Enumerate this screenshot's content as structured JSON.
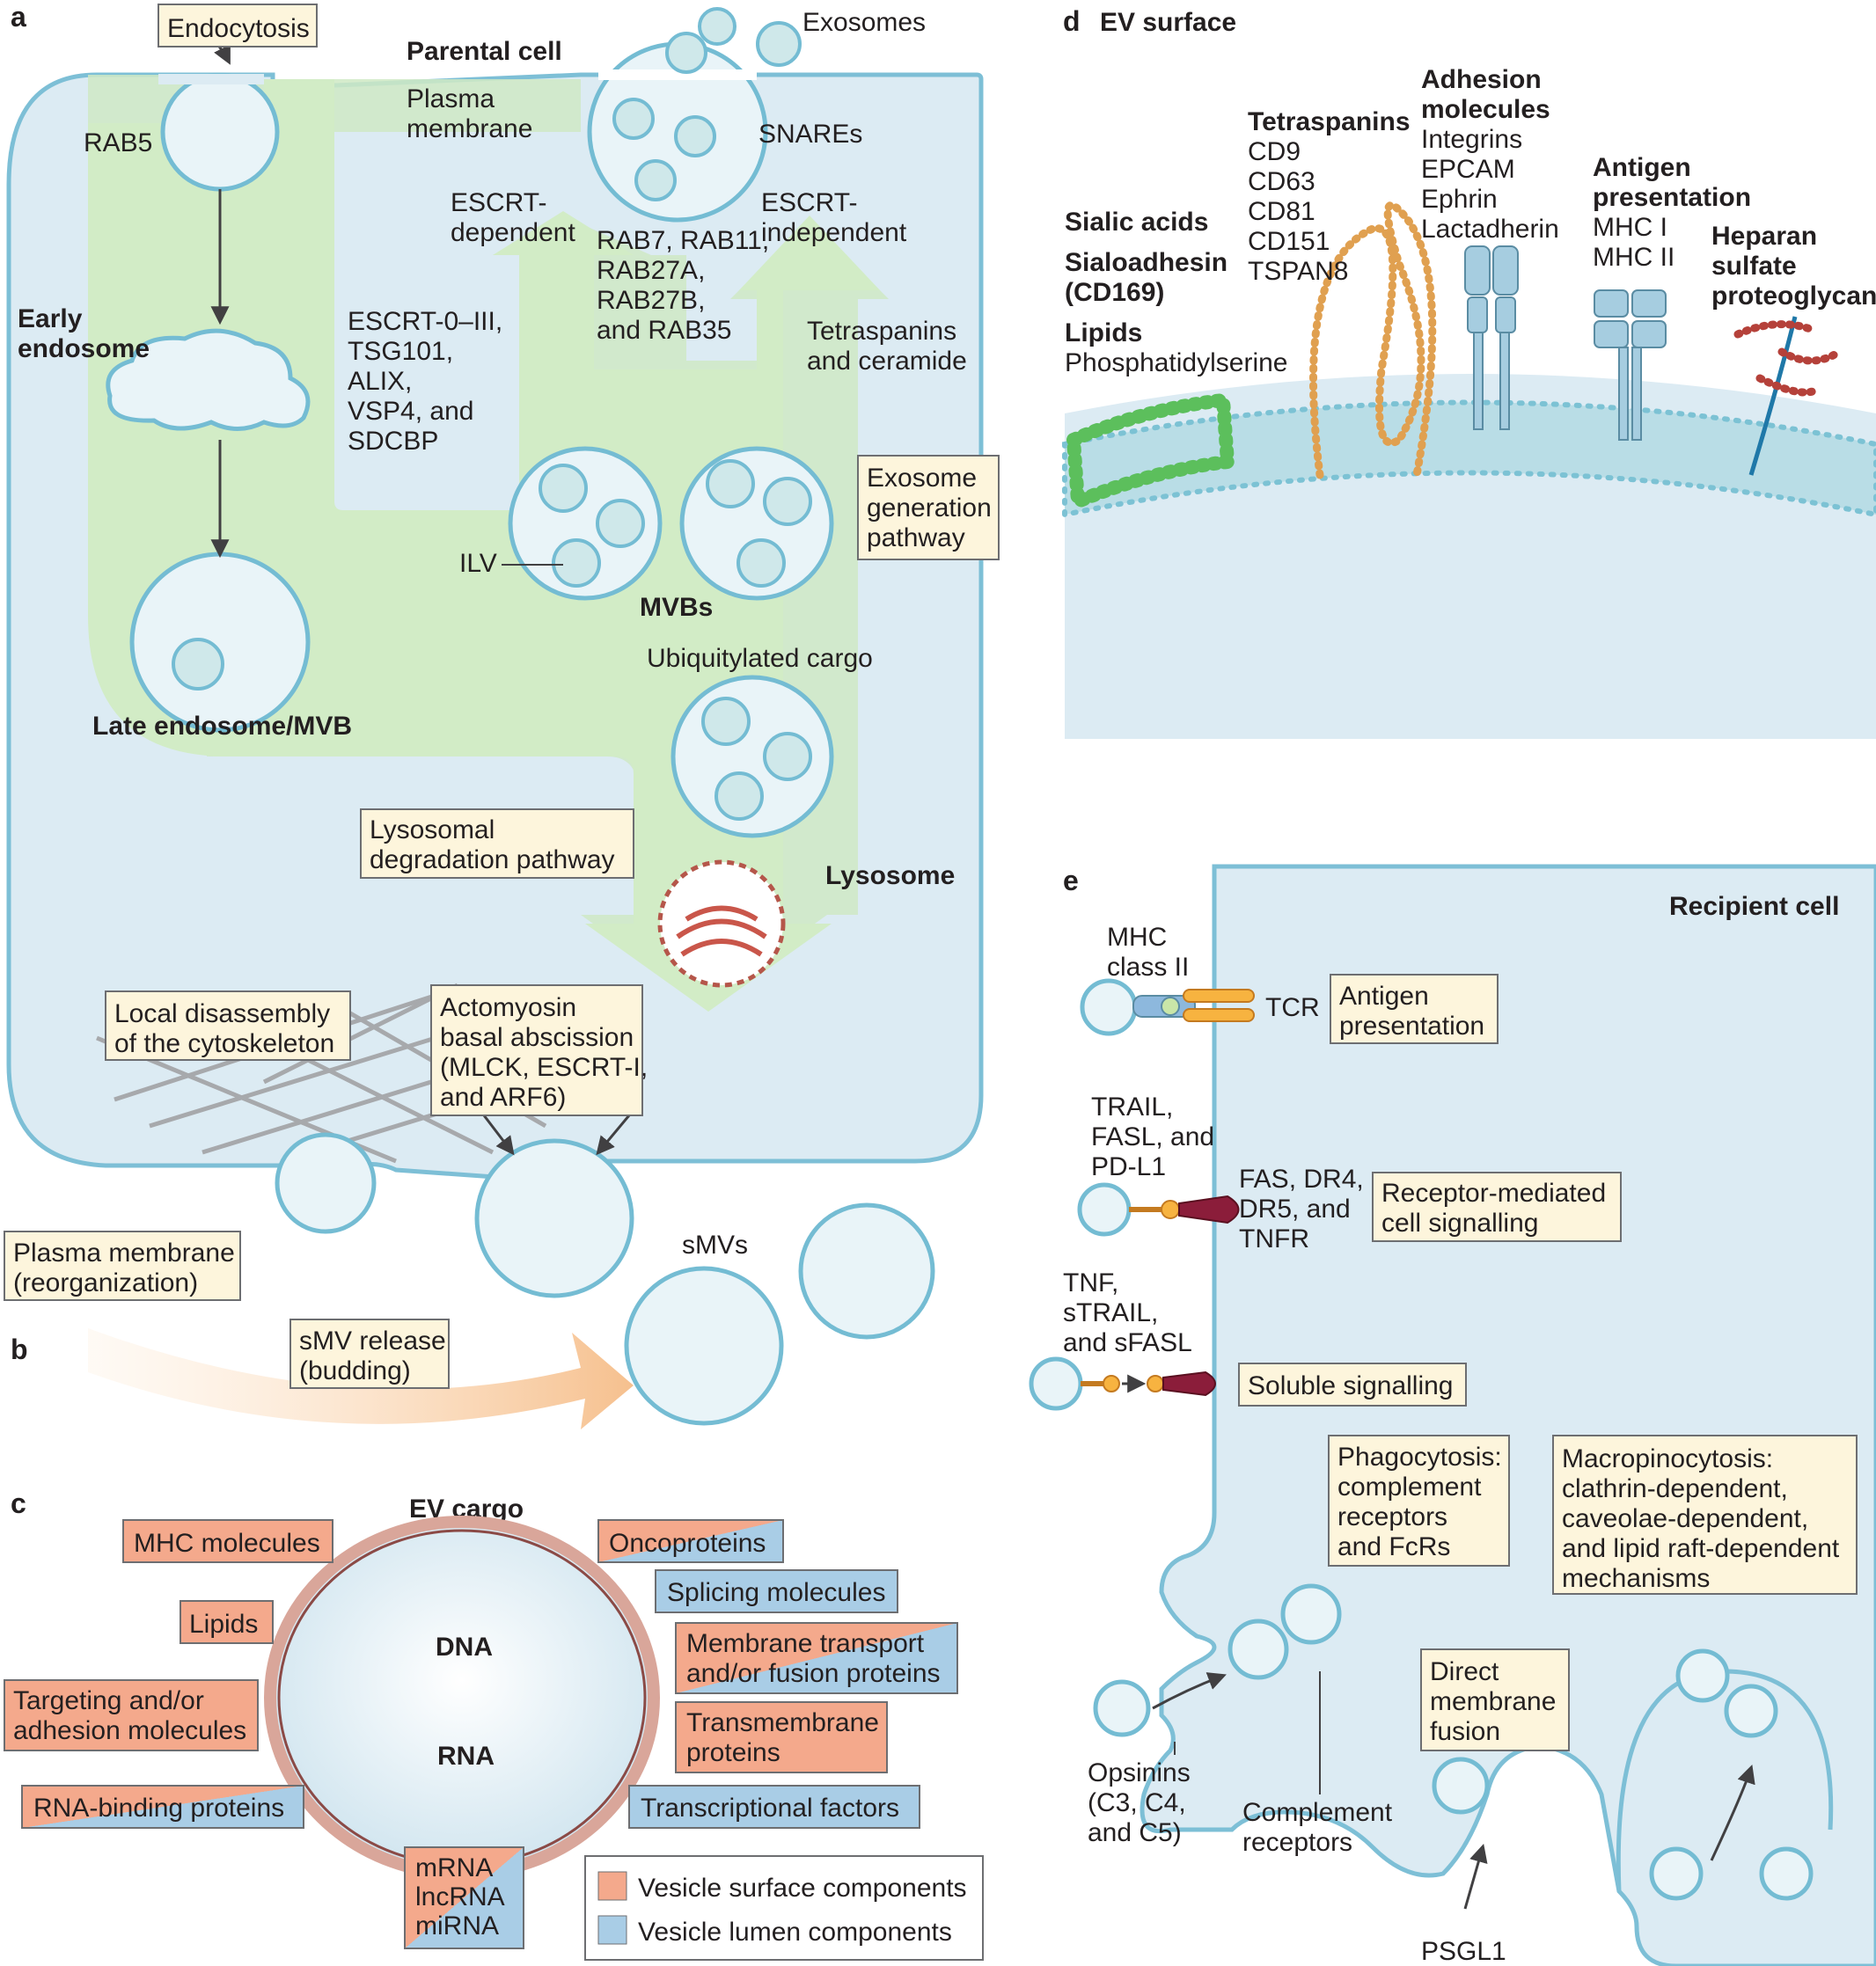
{
  "panels": {
    "a": "a",
    "b": "b",
    "c": "c",
    "d": "d",
    "e": "e"
  },
  "panel_a": {
    "endocytosis": "Endocytosis",
    "parental_cell": "Parental cell",
    "exosomes": "Exosomes",
    "rab5": "RAB5",
    "plasma_membrane": [
      "Plasma",
      "membrane"
    ],
    "snares": "SNAREs",
    "escrt_dependent": [
      "ESCRT-",
      "dependent"
    ],
    "escrt_independent": [
      "ESCRT-",
      "independent"
    ],
    "rab_list": [
      "RAB7, RAB11,",
      "RAB27A,",
      "RAB27B,",
      "and RAB35"
    ],
    "early_endosome": [
      "Early",
      "endosome"
    ],
    "escrt_list": [
      "ESCRT-0–III,",
      "TSG101,",
      "ALIX,",
      "VSP4, and",
      "SDCBP"
    ],
    "tetraspanins_ceramide": [
      "Tetraspanins",
      "and ceramide"
    ],
    "exosome_pathway": [
      "Exosome",
      "generation",
      "pathway"
    ],
    "ilv": "ILV",
    "mvbs": "MVBs",
    "late_endosome": "Late endosome/MVB",
    "ubiquitylated": "Ubiquitylated cargo",
    "lysosomal_pathway": [
      "Lysosomal",
      "degradation pathway"
    ],
    "lysosome": "Lysosome",
    "cytoskeleton": [
      "Local disassembly",
      "of the cytoskeleton"
    ],
    "actomyosin": [
      "Actomyosin",
      "basal abscission",
      "(MLCK, ESCRT-I,",
      "and ARF6)"
    ]
  },
  "panel_b": {
    "plasma_reorg": [
      "Plasma membrane",
      "(reorganization)"
    ],
    "smvs": "sMVs",
    "smv_release": [
      "sMV release",
      "(budding)"
    ]
  },
  "panel_c": {
    "title": "EV cargo",
    "dna": "DNA",
    "rna": "RNA",
    "items": [
      {
        "label": [
          "MHC molecules"
        ],
        "kind": "surface"
      },
      {
        "label": [
          "Lipids"
        ],
        "kind": "surface"
      },
      {
        "label": [
          "Targeting and/or",
          "adhesion molecules"
        ],
        "kind": "surface"
      },
      {
        "label": [
          "RNA-binding proteins"
        ],
        "kind": "both"
      },
      {
        "label": [
          "Oncoproteins"
        ],
        "kind": "both"
      },
      {
        "label": [
          "Splicing molecules"
        ],
        "kind": "lumen"
      },
      {
        "label": [
          "Membrane transport",
          "and/or fusion proteins"
        ],
        "kind": "both"
      },
      {
        "label": [
          "Transmembrane",
          "proteins"
        ],
        "kind": "surface"
      },
      {
        "label": [
          "Transcriptional factors"
        ],
        "kind": "lumen"
      },
      {
        "label": [
          "mRNA",
          "lncRNA",
          "miRNA"
        ],
        "kind": "both"
      }
    ],
    "legend_surface": "Vesicle surface components",
    "legend_lumen": "Vesicle lumen components",
    "colors": {
      "surface": "#f4a98c",
      "lumen": "#a9cde6"
    }
  },
  "panel_d": {
    "title": "EV surface",
    "sialic": "Sialic acids",
    "sialoadhesin": [
      "Sialoadhesin",
      "(CD169)"
    ],
    "lipids_head": "Lipids",
    "phosphatidylserine": "Phosphatidylserine",
    "tetraspanins_head": "Tetraspanins",
    "tetraspanins": [
      "CD9",
      "CD63",
      "CD81",
      "CD151",
      "TSPAN8"
    ],
    "adhesion_head": [
      "Adhesion",
      "molecules"
    ],
    "adhesion": [
      "Integrins",
      "EPCAM",
      "Ephrin",
      "Lactadherin"
    ],
    "antigen_head": [
      "Antigen",
      "presentation"
    ],
    "antigen": [
      "MHC I",
      "MHC II"
    ],
    "heparan": [
      "Heparan",
      "sulfate",
      "proteoglycan"
    ]
  },
  "panel_e": {
    "recipient": "Recipient cell",
    "mhc2": [
      "MHC",
      "class II"
    ],
    "tcr": "TCR",
    "antigen_box": [
      "Antigen",
      "presentation"
    ],
    "trail": [
      "TRAIL,",
      "FASL, and",
      "PD-L1"
    ],
    "fas": [
      "FAS, DR4,",
      "DR5, and",
      "TNFR"
    ],
    "receptor_box": [
      "Receptor-mediated",
      "cell signalling"
    ],
    "tnf": [
      "TNF,",
      "sTRAIL,",
      "and sFASL"
    ],
    "soluble_box": "Soluble signalling",
    "phago_box": [
      "Phagocytosis:",
      "complement",
      "receptors",
      "and FcRs"
    ],
    "macro_box": [
      "Macropinocytosis:",
      "clathrin-dependent,",
      "caveolae-dependent,",
      "and lipid raft-dependent",
      "mechanisms"
    ],
    "direct_box": [
      "Direct",
      "membrane",
      "fusion"
    ],
    "opsinins": [
      "Opsinins",
      "(C3, C4,",
      "and C5)"
    ],
    "complement": [
      "Complement",
      "receptors"
    ],
    "psgl1": "PSGL1"
  }
}
